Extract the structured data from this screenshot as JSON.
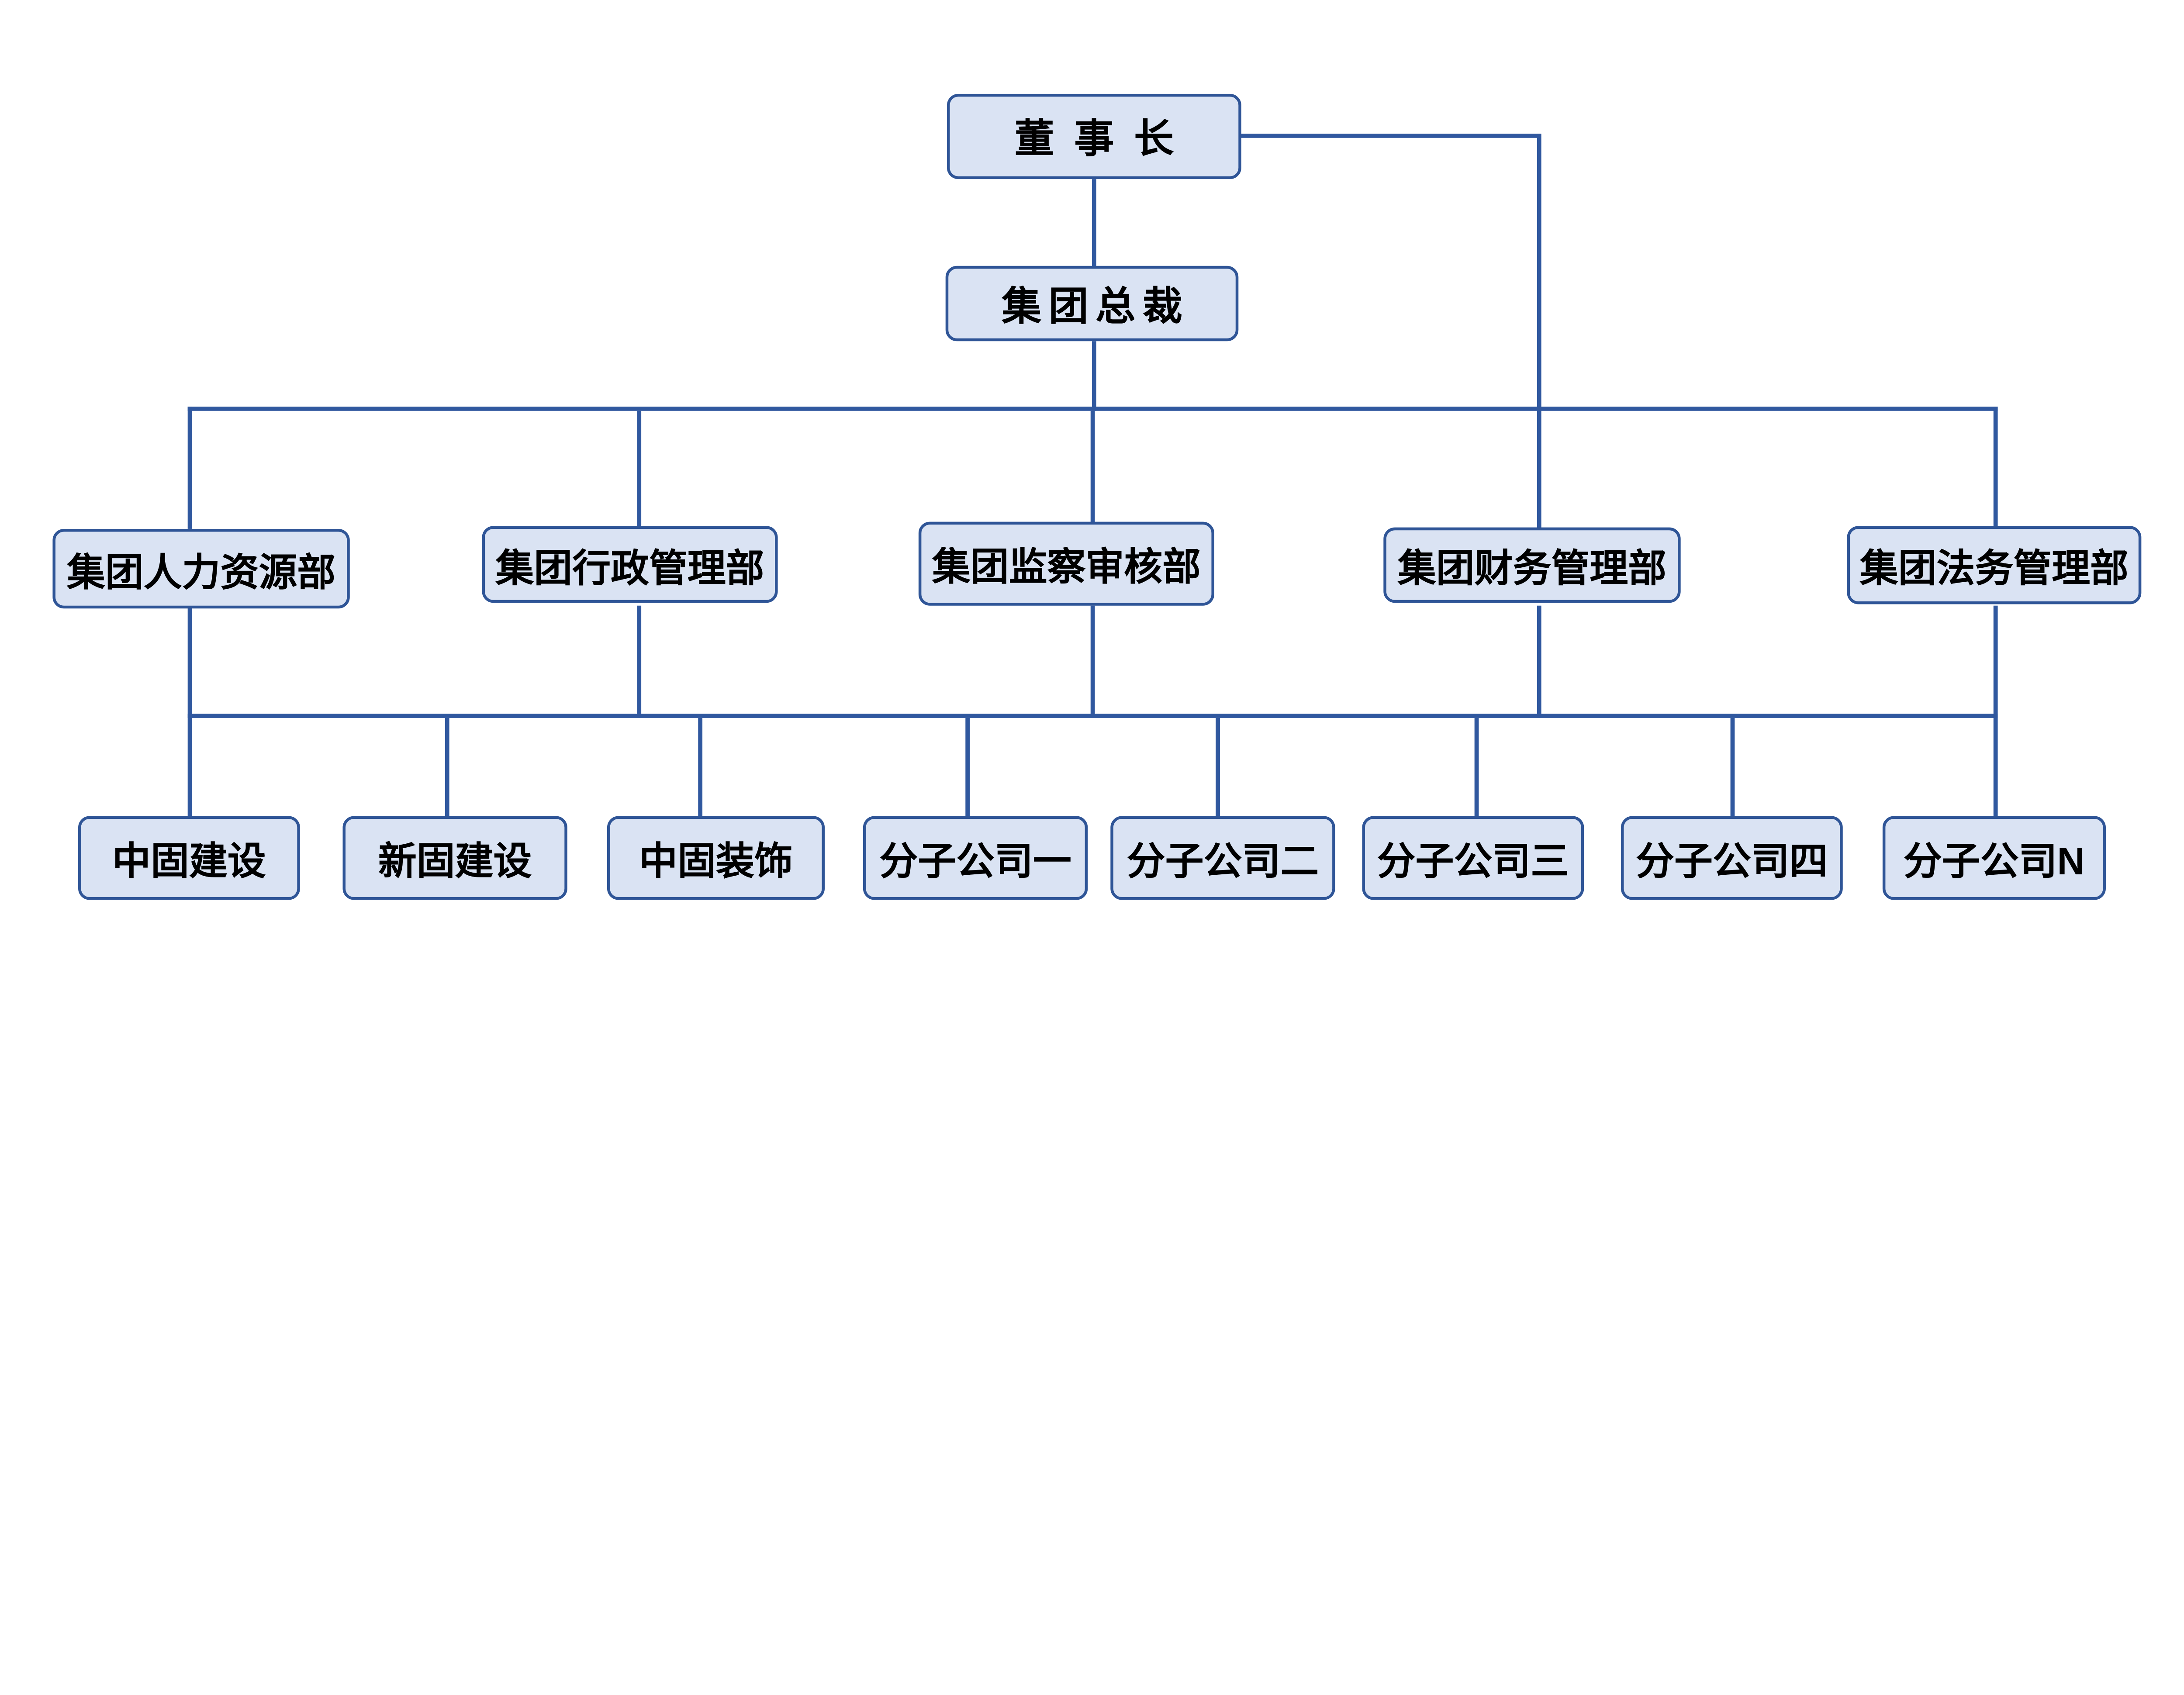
{
  "diagram": {
    "title": "",
    "background": "#ffffff",
    "node_fill": "#dae3f3",
    "node_border": "#2f5597",
    "connector_color": "#30589f",
    "text_color": "#000000",
    "levels": {
      "chairman": "董事长",
      "president": "集团总裁",
      "departments": [
        "集团人力资源部",
        "集团行政管理部",
        "集团监察审核部",
        "集团财务管理部",
        "集团法务管理部"
      ],
      "subsidiaries": [
        "中固建设",
        "新固建设",
        "中固装饰",
        "分子公司一",
        "分子公司二",
        "分子公司三",
        "分子公司四",
        "分子公司N"
      ]
    }
  }
}
